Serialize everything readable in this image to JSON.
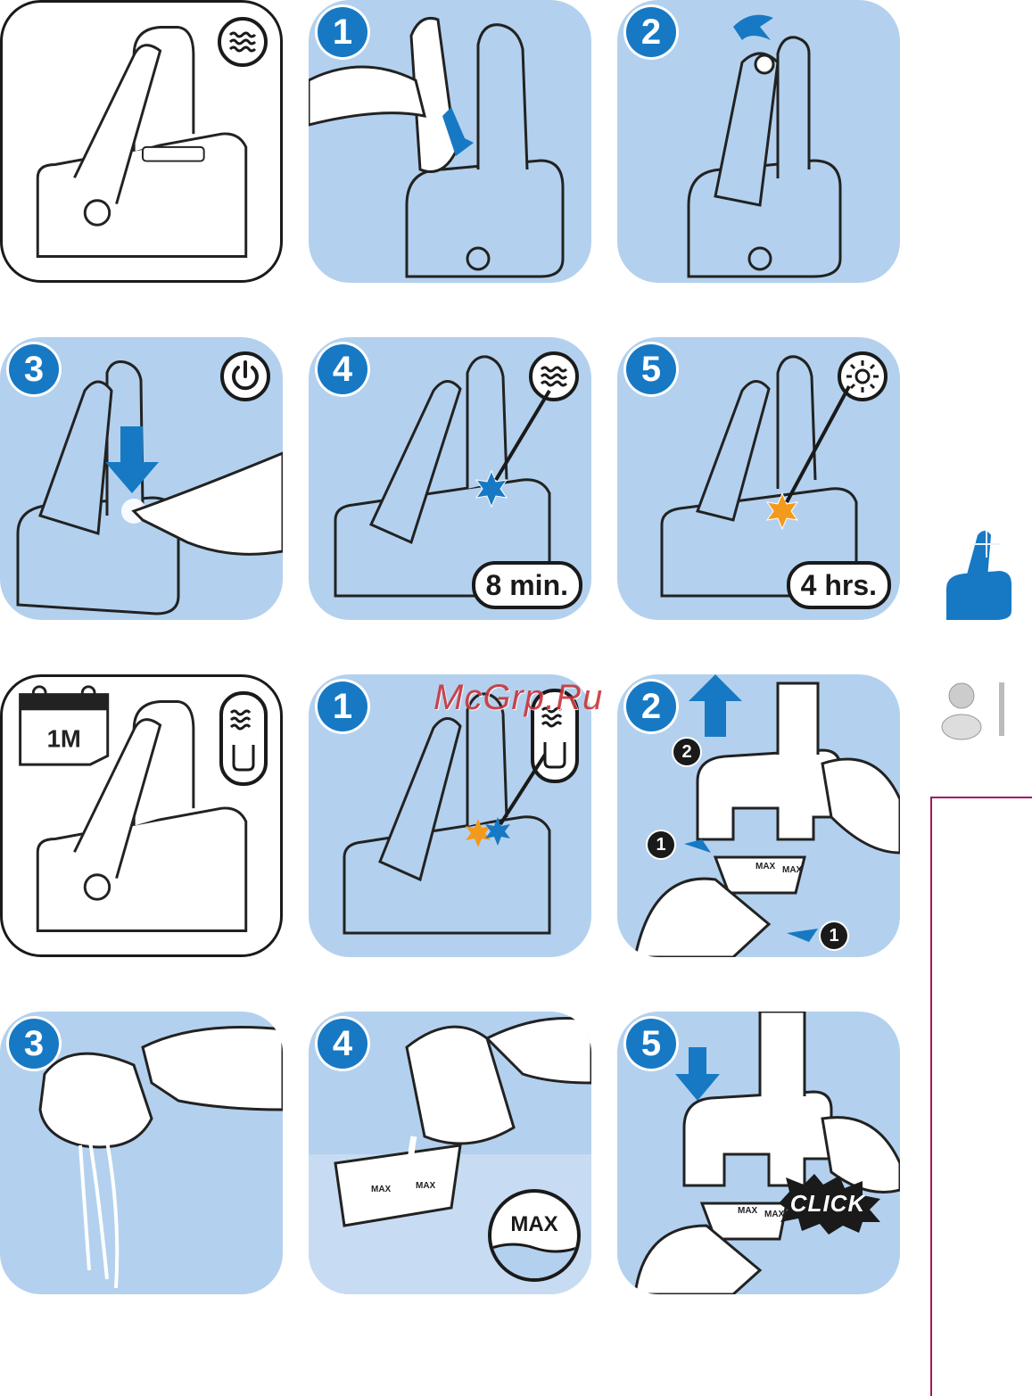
{
  "accent_color": "#1779c4",
  "panel_color": "#b3d1ee",
  "watermark": "McGrp.Ru",
  "rows": [
    {
      "panels": [
        {
          "step": "",
          "icon": "water-waves-icon",
          "style": "outlined"
        },
        {
          "step": "1",
          "icon": "",
          "style": "blue"
        },
        {
          "step": "2",
          "icon": "",
          "style": "blue"
        }
      ]
    },
    {
      "panels": [
        {
          "step": "3",
          "icon": "power-icon",
          "style": "blue"
        },
        {
          "step": "4",
          "icon": "water-waves-icon",
          "time": "8 min.",
          "style": "blue"
        },
        {
          "step": "5",
          "icon": "sun-icon",
          "time": "4 hrs.",
          "style": "blue"
        }
      ]
    },
    {
      "panels": [
        {
          "step": "",
          "icon": "waves-and-cartridge-icon",
          "calendar": "1M",
          "style": "outlined"
        },
        {
          "step": "1",
          "icon": "waves-and-cartridge-icon",
          "style": "blue"
        },
        {
          "step": "2",
          "callouts": [
            "2",
            "1",
            "1"
          ],
          "style": "blue"
        }
      ]
    },
    {
      "panels": [
        {
          "step": "3",
          "style": "blue"
        },
        {
          "step": "4",
          "max_label": "MAX",
          "cartridge_labels": [
            "MAX",
            "MAX"
          ],
          "style": "blue"
        },
        {
          "step": "5",
          "click_label": "CLICK",
          "cartridge_labels": [
            "MAX",
            "MAX"
          ],
          "style": "blue"
        }
      ]
    }
  ],
  "cartridge_labels_step2": [
    "MAX",
    "MAX"
  ]
}
